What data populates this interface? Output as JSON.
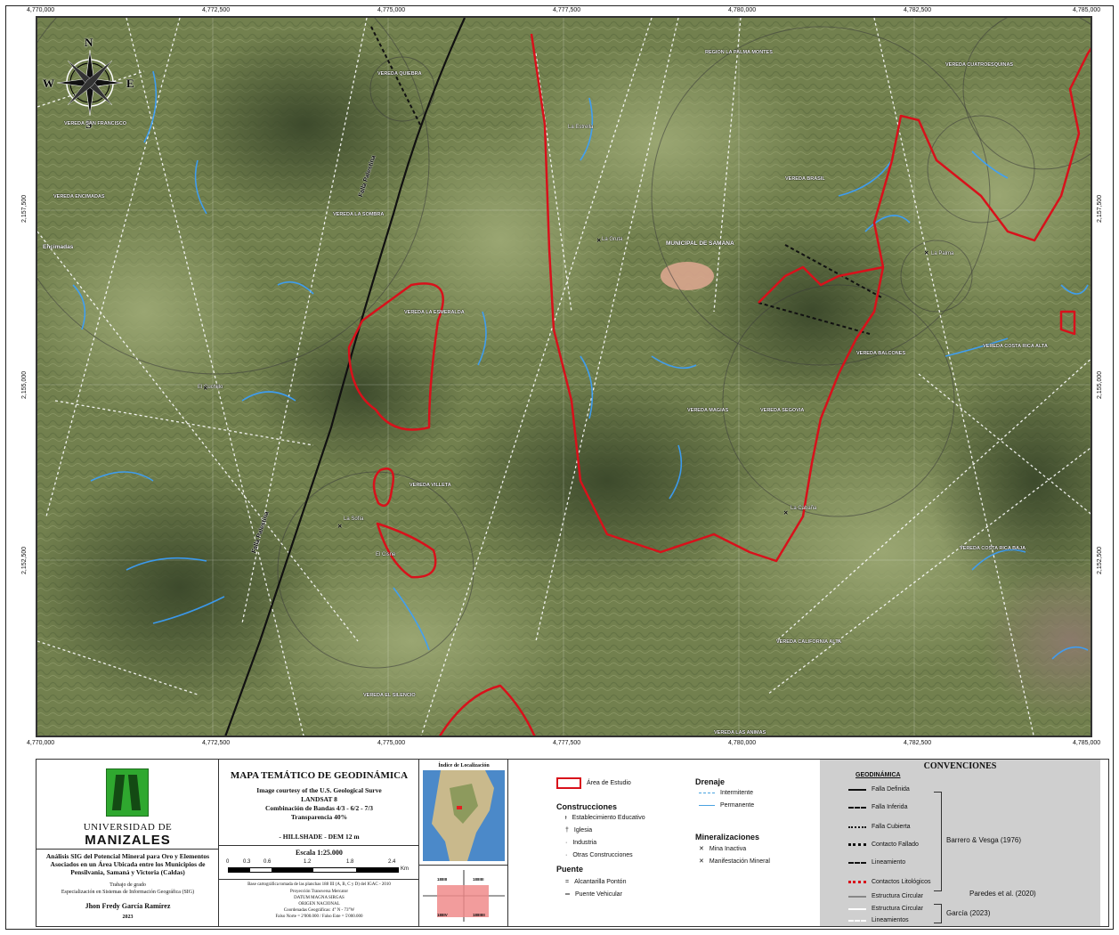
{
  "coords": {
    "top": [
      "4,770,000",
      "4,772,500",
      "4,775,000",
      "4,777,500",
      "4,780,000",
      "4,782,500",
      "4,785,000"
    ],
    "bottom": [
      "4,770,000",
      "4,772,500",
      "4,775,000",
      "4,777,500",
      "4,780,000",
      "4,782,500",
      "4,785,000"
    ],
    "left": [
      "2,157,500",
      "2,155,000",
      "2,152,500"
    ],
    "right": [
      "2,157,500",
      "2,155,000",
      "2,152,500"
    ]
  },
  "compass": {
    "n": "N",
    "s": "S",
    "e": "E",
    "w": "W"
  },
  "map_labels": {
    "vereda_san_francisco": "VEREDA SAN FRANCISCO",
    "vereda_encimadas": "VEREDA ENCIMADAS",
    "encimadas": "Encimadas",
    "vereda_la_sombra": "VEREDA LA SOMBRA",
    "vereda_quiebra": "VEREDA QUIEBRA",
    "vereda_la_esmeralda": "VEREDA LA ESMERALDA",
    "vereda_villeta": "VEREDA VILLETA",
    "vereda_el_silencio": "VEREDA EL SILENCIO",
    "region_palma": "REGION LA PALMA MONTES",
    "municipal": "MUNICIPAL DE SAMANA",
    "vereda_brasil": "VEREDA BRASIL",
    "vereda_cuatroesquinas": "VEREDA CUATROESQUINAS",
    "vereda_balcones": "VEREDA BALCONES",
    "vereda_magias": "VEREDA MAGIAS",
    "vereda_segovia": "VEREDA SEGOVIA",
    "vereda_costa_rica_alta": "VEREDA COSTA RICA ALTA",
    "vereda_costa_rica_baja": "VEREDA COSTA RICA BAJA",
    "vereda_california_alta": "VEREDA CALIFORNIA ALTA",
    "vereda_las_animas": "VEREDA LAS ANIMAS",
    "la_gruta": "La Gruta",
    "la_sofia": "La Sofía",
    "el_cisne": "El Cisne",
    "la_cabana": "La Cabaña",
    "la_esmeralda_town": "El Cuchillo",
    "la_palma_pueblo": "La Palma",
    "palestina": "La Estrella"
  },
  "fallas": {
    "palestina_1": "Falla Palestina",
    "palestina_2": "Falla Palestina"
  },
  "title_panel": {
    "title": "MAPA TEMÁTICO DE GEODINÁMICA",
    "line1": "Image courtesy of the U.S. Geological Surve",
    "line2": "LANDSAT 8",
    "line3": "Combinación de Bandas 4/3 - 6/2 - 7/3",
    "line4": "Transparencia 40%",
    "line5": "- HILLSHADE - DEM 12 m",
    "scale_title": "Escala 1:25.000",
    "scale_ticks": [
      "0",
      "0.3",
      "0.6",
      "1.2",
      "1.8",
      "2.4"
    ],
    "scale_unit": "Km",
    "base1": "Base cartográfica tomada de las planchas 188 III (A, B, C y D) del IGAC - 2010",
    "base2": "Proyección Transversa Mercator",
    "base3": "DATUM MAGNA SIRGAS",
    "base4": "ORIGEN NACIONAL",
    "base5": "Coordenadas Geográficas: 4° N - 73°W",
    "base6": "Falso Norte = 2'000.000 / Falso Este = 5'000.000"
  },
  "logo_panel": {
    "uni_top": "UNIVERSIDAD DE",
    "uni_bottom": "MANIZALES",
    "study": "Análisis SIG del Potencial Mineral para Oro y Elementos Asociados en un Área Ubicada entre los Municipios de Pensilvania, Samaná y Victoria (Caldas)",
    "degree1": "Trabajo de grado",
    "degree2": "Especialización en Sistemas de Información Geográfica (SIG)",
    "author": "Jhon Fredy García Ramírez",
    "year": "2023"
  },
  "index_panel": {
    "title": "Índice de Localización",
    "grid_codes": [
      "188III",
      "188IIII",
      "188IV",
      "188IIIII"
    ]
  },
  "legend1": {
    "area": "Área de Estudio",
    "construcciones": "Construcciones",
    "c_items": [
      "Establecimiento Educativo",
      "Iglesia",
      "Industria",
      "Otras Construcciones"
    ],
    "puente": "Puente",
    "p_items": [
      "Alcantarilla Pontón",
      "Puente Vehicular"
    ],
    "drenaje": "Drenaje",
    "d_items": [
      "Intermitente",
      "Permanente"
    ],
    "mineral": "Mineralizaciones",
    "m_items": [
      "Mina Inactiva",
      "Manifestación Mineral"
    ]
  },
  "conventions": {
    "title": "CONVENCIONES",
    "subtitle": "GEODINÁMICA",
    "items": [
      "Falla Definida",
      "Falla Inferida",
      "Falla Cubierta",
      "Contacto Fallado",
      "Lineamiento",
      "Contactos Litológicos",
      "Estructura Circular",
      "Estructura Circular",
      "Lineamientos"
    ],
    "ref1": "Barrero & Vesga (1976)",
    "ref2": "Paredes et al. (2020)",
    "ref3": "García (2023)"
  },
  "colors": {
    "study_area": "#d8111b",
    "water": "#3aa0ff",
    "panel_gray": "#cfcfcf"
  }
}
